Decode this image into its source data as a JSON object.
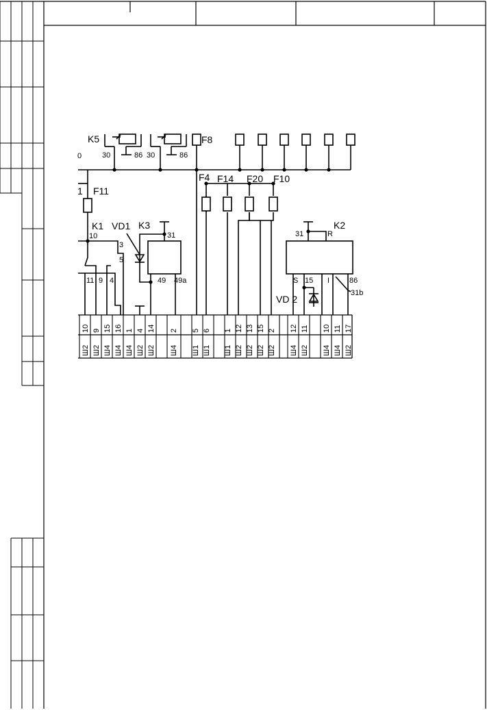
{
  "title_block": {
    "cells": [
      "",
      "",
      "",
      "",
      ""
    ]
  },
  "diagram": {
    "components": {
      "k5": "K5",
      "k1": "K1",
      "k3": "K3",
      "k2": "K2",
      "vd1": "VD1",
      "vd2": "VD 2",
      "f8": "F8",
      "f11": "F11",
      "f4": "F4",
      "f14": "F14",
      "f20": "F20",
      "f10": "F10",
      "left_cut_top": "0",
      "left_cut_mid": "1"
    },
    "pins": {
      "k5_30a": "30",
      "k5_86a": "86",
      "k5_30b": "30",
      "k5_86b": "86",
      "k1_10": "10",
      "k1_3": "3",
      "k1_5": "5",
      "k1_11": "11",
      "k1_9": "9",
      "k1_4": "4",
      "k3_31": "31",
      "k3_49": "49",
      "k3_49a": "49a",
      "k2_31": "31",
      "k2_r": "R",
      "k2_s": "S",
      "k2_15": "15",
      "k2_i": "I",
      "k2_86": "86",
      "k2_31b": "31b"
    },
    "connector": {
      "numbers": [
        "10",
        "9",
        "15",
        "16",
        "1",
        "4",
        "14",
        "2",
        "5",
        "6",
        "1",
        "12",
        "13",
        "15",
        "2",
        "12",
        "11",
        "10",
        "11",
        "17"
      ],
      "labels": [
        "Ш2",
        "Ш2",
        "Ш4",
        "Ш4",
        "Ш4",
        "Ш2",
        "Ш2",
        "Ш4",
        "Ш1",
        "Ш1",
        "Ш1",
        "Ш2",
        "Ш2",
        "Ш2",
        "Ш2",
        "Ш4",
        "Ш2",
        "Ш4",
        "Ш4",
        "Ш2"
      ]
    }
  }
}
